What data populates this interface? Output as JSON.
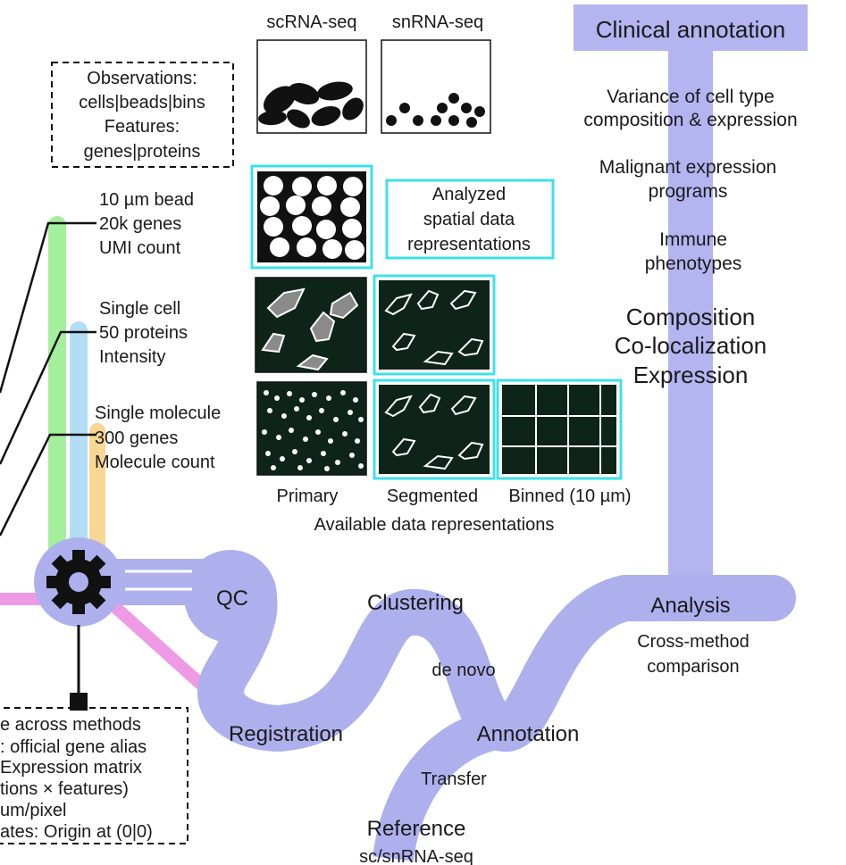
{
  "colors": {
    "pipeline": "#aeb0ee",
    "clinical_bar": "#b3b4f0",
    "green_track": "#a3ef9c",
    "blue_track": "#b2def5",
    "yellow_track": "#f8d694",
    "pink_track": "#ee9ae5",
    "cyan_frame": "#3fe0ea",
    "panel_dark": "#0f2418",
    "line": "#111111"
  },
  "top": {
    "scrna_label": "scRNA-seq",
    "snrna_label": "snRNA-seq"
  },
  "observations_box": {
    "lines": [
      "Observations:",
      "cells|beads|bins",
      "Features:",
      "genes|proteins"
    ]
  },
  "tech": {
    "bead": [
      "10 µm bead",
      "20k genes",
      "UMI count"
    ],
    "cell": [
      "Single cell",
      "50 proteins",
      "Intensity"
    ],
    "molecule": [
      "Single molecule",
      "300 genes",
      "Molecule count"
    ]
  },
  "analyzed_box": {
    "lines": [
      "Analyzed",
      "spatial data",
      "representations"
    ]
  },
  "representations": {
    "primary": "Primary",
    "segmented": "Segmented",
    "binned": "Binned (10 µm)",
    "caption": "Available data representations"
  },
  "pipeline": {
    "qc": "QC",
    "clustering": "Clustering",
    "de_novo": "de novo",
    "registration": "Registration",
    "annotation": "Annotation",
    "transfer": "Transfer",
    "reference": "Reference",
    "reference_sub": "sc/snRNA-seq",
    "analysis": "Analysis",
    "analysis_sub": [
      "Cross-method",
      "comparison"
    ]
  },
  "clinical": {
    "title": "Clinical annotation",
    "items": [
      [
        "Variance of cell type",
        "composition & expression"
      ],
      [
        "Malignant expression",
        "programs"
      ],
      [
        "Immune",
        "phenotypes"
      ]
    ],
    "big": [
      "Composition",
      "Co-localization",
      "Expression"
    ]
  },
  "standards_box": {
    "lines": [
      "e across methods",
      ": official gene alias",
      "Expression matrix",
      "tions × features)",
      "um/pixel",
      "ates: Origin at (0|0)"
    ]
  },
  "icons": {
    "gear": "gear-icon"
  }
}
